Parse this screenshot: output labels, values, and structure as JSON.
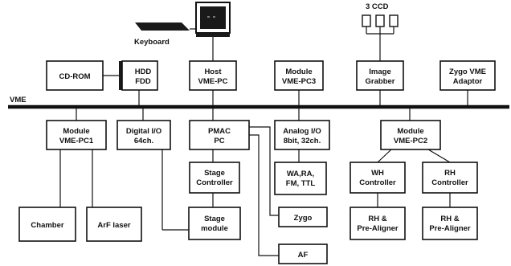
{
  "bus_label": "VME",
  "keyboard_label": "Keyboard",
  "ccd_label": "3 CCD",
  "boxes": {
    "cdrom": [
      "CD-ROM"
    ],
    "hdd": [
      "HDD",
      "FDD"
    ],
    "host": [
      "Host",
      "VME-PC"
    ],
    "module_pc3": [
      "Module",
      "VME-PC3"
    ],
    "image_grabber": [
      "Image",
      "Grabber"
    ],
    "zygo_adaptor": [
      "Zygo VME",
      "Adaptor"
    ],
    "module_pc1": [
      "Module",
      "VME-PC1"
    ],
    "digital_io": [
      "Digital I/O",
      "64ch."
    ],
    "pmac": [
      "PMAC",
      "PC"
    ],
    "analog_io": [
      "Analog I/O",
      "8bit, 32ch."
    ],
    "module_pc2": [
      "Module",
      "VME-PC2"
    ],
    "stage_controller": [
      "Stage",
      "Controller"
    ],
    "wa_ra": [
      "WA,RA,",
      "FM, TTL"
    ],
    "wh_controller": [
      "WH",
      "Controller"
    ],
    "rh_controller": [
      "RH",
      "Controller"
    ],
    "chamber": [
      "Chamber"
    ],
    "arf_laser": [
      "ArF laser"
    ],
    "stage_module": [
      "Stage",
      "module"
    ],
    "zygo": [
      "Zygo"
    ],
    "af": [
      "AF"
    ],
    "rh_prealigner_1": [
      "RH &",
      "Pre-Aligner"
    ],
    "rh_prealigner_2": [
      "RH &",
      "Pre-Aligner"
    ]
  },
  "colors": {
    "line": "#111111",
    "background": "#ffffff"
  },
  "icons": [
    "monitor-icon",
    "keyboard-icon",
    "ccd-camera-icon"
  ]
}
